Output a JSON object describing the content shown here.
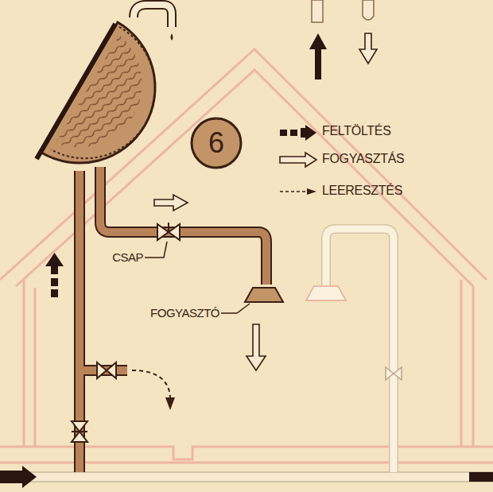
{
  "diagram": {
    "nodes": [
      {
        "text": [
          "6"
        ]
      }
    ],
    "labels": [
      "CSAP",
      "FOGYASZTÓ"
    ],
    "legend": [
      {
        "text": "FELTÖLTÉS"
      },
      {
        "text": "FOGYASZTÁS"
      },
      {
        "text": "LEERESZTÉS"
      }
    ]
  }
}
